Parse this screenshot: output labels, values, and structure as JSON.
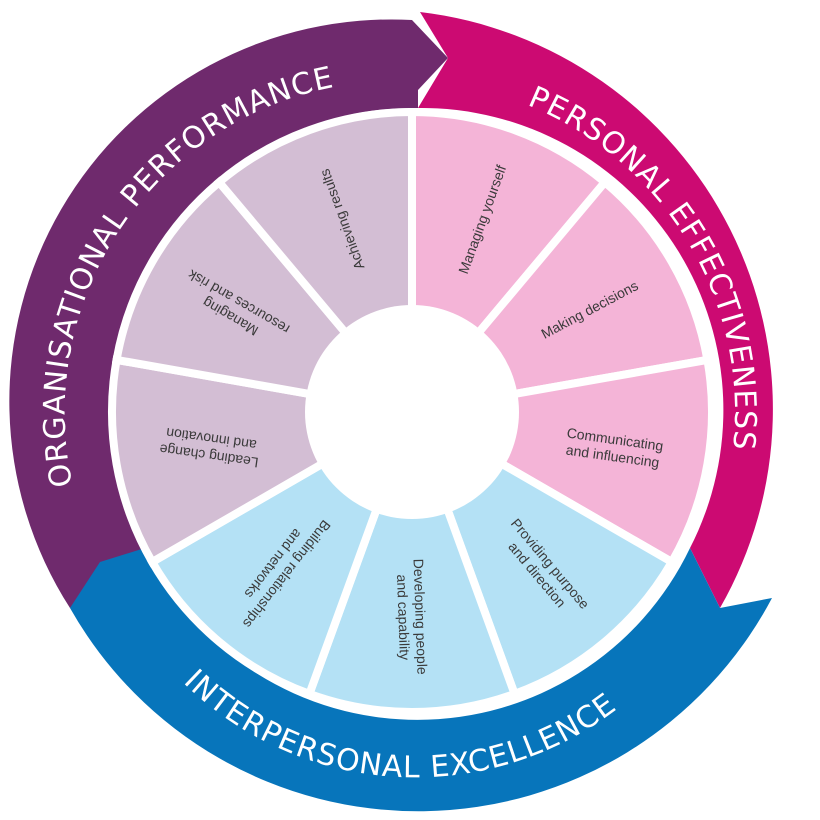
{
  "colors": {
    "organisational": "#6f2a6d",
    "personal": "#cc0a72",
    "interpersonal": "#0775bb",
    "organisational_light": "#d3bed4",
    "personal_light": "#f4b4d7",
    "interpersonal_light": "#b4e1f5"
  },
  "bands": {
    "organisational": "ORGANISATIONAL PERFORMANCE",
    "personal": "PERSONAL EFFECTIVENESS",
    "interpersonal": "INTERPERSONAL EXCELLENCE"
  },
  "segments": {
    "achieving_results": [
      "Achieving results"
    ],
    "managing_resources": [
      "Managing",
      "resources and risk"
    ],
    "leading_change": [
      "Leading change",
      "and innovation"
    ],
    "managing_yourself": [
      "Managing yourself"
    ],
    "making_decisions": [
      "Making decisions"
    ],
    "communicating": [
      "Communicating",
      "and influencing"
    ],
    "providing_purpose": [
      "Providing purpose",
      "and direction"
    ],
    "developing_people": [
      "Developing people",
      "and capability"
    ],
    "building_relationships": [
      "Building relationships",
      "and networks"
    ]
  }
}
